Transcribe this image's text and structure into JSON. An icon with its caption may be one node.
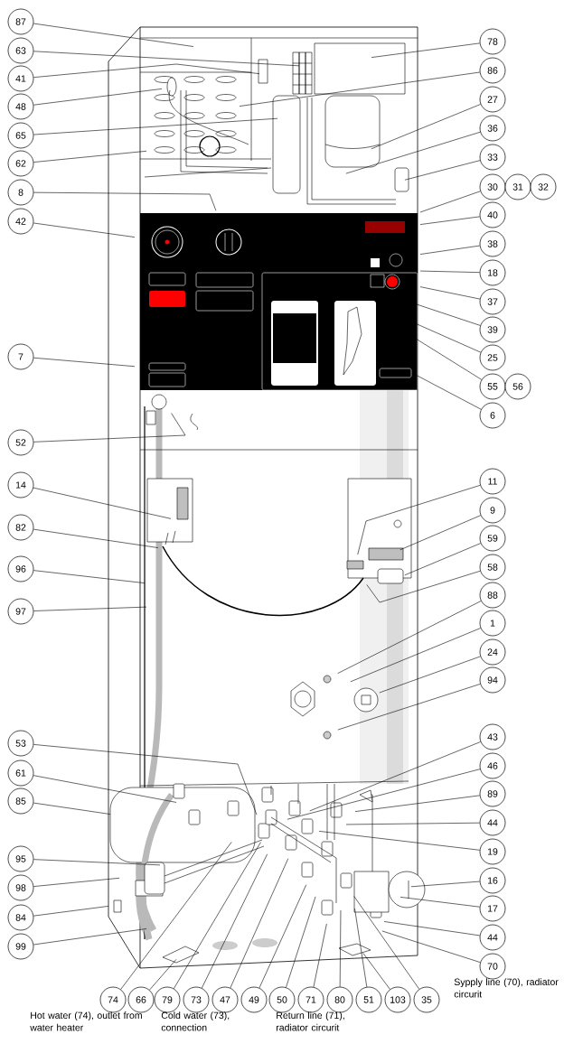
{
  "diagram": {
    "nodes": [
      {
        "text": [
          "87"
        ]
      },
      {
        "text": [
          "63"
        ]
      },
      {
        "text": [
          "41"
        ]
      },
      {
        "text": [
          "48"
        ]
      },
      {
        "text": [
          "65"
        ]
      },
      {
        "text": [
          "62"
        ]
      },
      {
        "text": [
          "8"
        ]
      },
      {
        "text": [
          "42"
        ]
      },
      {
        "text": [
          "7"
        ]
      },
      {
        "text": [
          "52"
        ]
      },
      {
        "text": [
          "14"
        ]
      },
      {
        "text": [
          "82"
        ]
      },
      {
        "text": [
          "96"
        ]
      },
      {
        "text": [
          "97"
        ]
      },
      {
        "text": [
          "53"
        ]
      },
      {
        "text": [
          "61"
        ]
      },
      {
        "text": [
          "85"
        ]
      },
      {
        "text": [
          "95"
        ]
      },
      {
        "text": [
          "98"
        ]
      },
      {
        "text": [
          "84"
        ]
      },
      {
        "text": [
          "99"
        ]
      },
      {
        "text": [
          "78"
        ]
      },
      {
        "text": [
          "86"
        ]
      },
      {
        "text": [
          "27"
        ]
      },
      {
        "text": [
          "36"
        ]
      },
      {
        "text": [
          "33"
        ]
      },
      {
        "text": [
          "30"
        ]
      },
      {
        "text": [
          "31"
        ]
      },
      {
        "text": [
          "32"
        ]
      },
      {
        "text": [
          "40"
        ]
      },
      {
        "text": [
          "38"
        ]
      },
      {
        "text": [
          "18"
        ]
      },
      {
        "text": [
          "37"
        ]
      },
      {
        "text": [
          "39"
        ]
      },
      {
        "text": [
          "25"
        ]
      },
      {
        "text": [
          "55"
        ]
      },
      {
        "text": [
          "56"
        ]
      },
      {
        "text": [
          "6"
        ]
      },
      {
        "text": [
          "11"
        ]
      },
      {
        "text": [
          "9"
        ]
      },
      {
        "text": [
          "59"
        ]
      },
      {
        "text": [
          "58"
        ]
      },
      {
        "text": [
          "88"
        ]
      },
      {
        "text": [
          "1"
        ]
      },
      {
        "text": [
          "24"
        ]
      },
      {
        "text": [
          "94"
        ]
      },
      {
        "text": [
          "43"
        ]
      },
      {
        "text": [
          "46"
        ]
      },
      {
        "text": [
          "89"
        ]
      },
      {
        "text": [
          "44"
        ]
      },
      {
        "text": [
          "19"
        ]
      },
      {
        "text": [
          "16"
        ]
      },
      {
        "text": [
          "17"
        ]
      },
      {
        "text": [
          "44"
        ]
      },
      {
        "text": [
          "70"
        ]
      },
      {
        "text": [
          "74"
        ]
      },
      {
        "text": [
          "66"
        ]
      },
      {
        "text": [
          "79"
        ]
      },
      {
        "text": [
          "73"
        ]
      },
      {
        "text": [
          "47"
        ]
      },
      {
        "text": [
          "49"
        ]
      },
      {
        "text": [
          "50"
        ]
      },
      {
        "text": [
          "71"
        ]
      },
      {
        "text": [
          "80"
        ]
      },
      {
        "text": [
          "51"
        ]
      },
      {
        "text": [
          "103"
        ]
      },
      {
        "text": [
          "35"
        ]
      }
    ],
    "edges": [
      {
        "from": 0,
        "to": null,
        "arrow": "none"
      },
      {
        "from": 1,
        "to": null,
        "arrow": "none"
      },
      {
        "from": 2,
        "to": null,
        "arrow": "none"
      },
      {
        "from": 3,
        "to": null,
        "arrow": "none"
      },
      {
        "from": 4,
        "to": null,
        "arrow": "none"
      },
      {
        "from": 5,
        "to": null,
        "arrow": "none"
      },
      {
        "from": 6,
        "to": null,
        "arrow": "none"
      },
      {
        "from": 7,
        "to": null,
        "arrow": "none"
      },
      {
        "from": 8,
        "to": null,
        "arrow": "none"
      },
      {
        "from": 9,
        "to": null,
        "arrow": "none"
      },
      {
        "from": 10,
        "to": null,
        "arrow": "none"
      },
      {
        "from": 11,
        "to": null,
        "arrow": "none"
      },
      {
        "from": 12,
        "to": null,
        "arrow": "none"
      },
      {
        "from": 13,
        "to": null,
        "arrow": "none"
      },
      {
        "from": 14,
        "to": null,
        "arrow": "none"
      },
      {
        "from": 15,
        "to": null,
        "arrow": "none"
      },
      {
        "from": 16,
        "to": null,
        "arrow": "none"
      },
      {
        "from": 17,
        "to": null,
        "arrow": "none"
      },
      {
        "from": 18,
        "to": null,
        "arrow": "none"
      },
      {
        "from": 19,
        "to": null,
        "arrow": "none"
      },
      {
        "from": 20,
        "to": null,
        "arrow": "none"
      },
      {
        "from": 21,
        "to": null,
        "arrow": "none"
      },
      {
        "from": 22,
        "to": null,
        "arrow": "none"
      },
      {
        "from": 23,
        "to": null,
        "arrow": "none"
      },
      {
        "from": 24,
        "to": null,
        "arrow": "none"
      },
      {
        "from": 25,
        "to": null,
        "arrow": "none"
      },
      {
        "from": 26,
        "to": null,
        "arrow": "none"
      },
      {
        "from": 29,
        "to": null,
        "arrow": "none"
      },
      {
        "from": 30,
        "to": null,
        "arrow": "none"
      },
      {
        "from": 31,
        "to": null,
        "arrow": "none"
      },
      {
        "from": 32,
        "to": null,
        "arrow": "none"
      },
      {
        "from": 33,
        "to": null,
        "arrow": "none"
      },
      {
        "from": 34,
        "to": null,
        "arrow": "none"
      },
      {
        "from": 35,
        "to": null,
        "arrow": "none"
      },
      {
        "from": 37,
        "to": null,
        "arrow": "none"
      },
      {
        "from": 38,
        "to": null,
        "arrow": "none"
      },
      {
        "from": 39,
        "to": null,
        "arrow": "none"
      },
      {
        "from": 40,
        "to": null,
        "arrow": "none"
      },
      {
        "from": 41,
        "to": null,
        "arrow": "none"
      },
      {
        "from": 42,
        "to": null,
        "arrow": "none"
      },
      {
        "from": 43,
        "to": null,
        "arrow": "none"
      },
      {
        "from": 44,
        "to": null,
        "arrow": "none"
      },
      {
        "from": 45,
        "to": null,
        "arrow": "none"
      },
      {
        "from": 46,
        "to": null,
        "arrow": "none"
      },
      {
        "from": 47,
        "to": null,
        "arrow": "none"
      },
      {
        "from": 48,
        "to": null,
        "arrow": "none"
      },
      {
        "from": 49,
        "to": null,
        "arrow": "none"
      },
      {
        "from": 50,
        "to": null,
        "arrow": "none"
      },
      {
        "from": 51,
        "to": null,
        "arrow": "none"
      },
      {
        "from": 52,
        "to": null,
        "arrow": "none"
      },
      {
        "from": 53,
        "to": null,
        "arrow": "none"
      },
      {
        "from": 54,
        "to": null,
        "arrow": "none"
      },
      {
        "from": 55,
        "to": null,
        "arrow": "none"
      },
      {
        "from": 56,
        "to": null,
        "arrow": "none"
      },
      {
        "from": 57,
        "to": null,
        "arrow": "none"
      },
      {
        "from": 58,
        "to": null,
        "arrow": "none"
      },
      {
        "from": 59,
        "to": null,
        "arrow": "none"
      },
      {
        "from": 60,
        "to": null,
        "arrow": "none"
      },
      {
        "from": 61,
        "to": null,
        "arrow": "none"
      },
      {
        "from": 62,
        "to": null,
        "arrow": "none"
      },
      {
        "from": 63,
        "to": null,
        "arrow": "none"
      },
      {
        "from": 64,
        "to": null,
        "arrow": "none"
      },
      {
        "from": 65,
        "to": null,
        "arrow": "none"
      },
      {
        "from": 66,
        "to": null,
        "arrow": "none"
      }
    ],
    "labels": [
      "Hot water (74), outlet from water heater",
      "Cold water (73), connection",
      "Return line (71), radiator circurit",
      "Sypply line (70), radiator circurit"
    ]
  }
}
